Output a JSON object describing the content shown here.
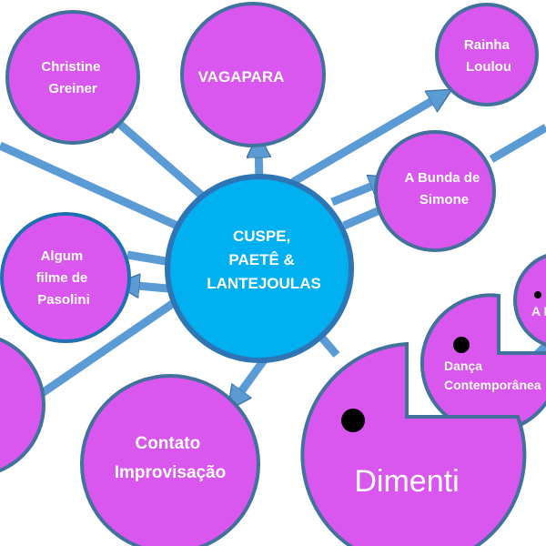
{
  "center": {
    "lines": [
      "CUSPE,",
      "PAETÊ &",
      "LANTEJOULAS"
    ]
  },
  "nodes": {
    "christine": [
      "Christine",
      "Greiner"
    ],
    "vagapara": [
      "VAGAPARA"
    ],
    "rainha": [
      "Rainha",
      "Loulou"
    ],
    "bunda": [
      "A Bunda de",
      "Simone"
    ],
    "pasolini": [
      "Algum",
      "filme de",
      "Pasolini"
    ],
    "contato": [
      "Contato",
      "Improvisação"
    ],
    "dimenti": [
      "Dimenti"
    ],
    "danca": [
      "Dança",
      "Contemporânea"
    ],
    "ab": [
      "A B"
    ]
  },
  "colors": {
    "node": "#d957ef",
    "center": "#00b0f0",
    "border": "#41719c",
    "arrow": "#5b9bd5"
  }
}
